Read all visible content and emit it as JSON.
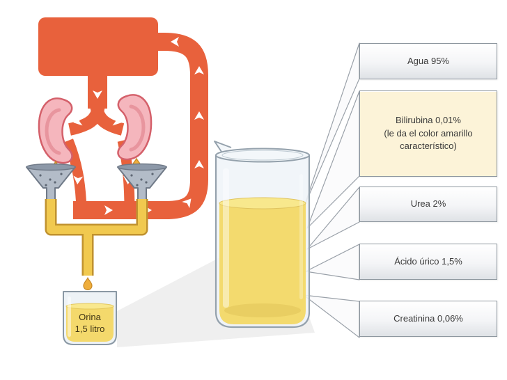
{
  "figure": {
    "type": "urine-composition-diagram",
    "urine_beaker_label": {
      "line1": "Orina",
      "line2": "1,5 litro"
    },
    "callouts": [
      {
        "title": "Agua 95%",
        "note": "",
        "highlighted": false
      },
      {
        "title": "Bilirubina 0,01%",
        "note": "(le da el color amarillo característico)",
        "highlighted": true
      },
      {
        "title": "Urea 2%",
        "note": "",
        "highlighted": false
      },
      {
        "title": "Ácido úrico 1,5%",
        "note": "",
        "highlighted": false
      },
      {
        "title": "Creatinina 0,06%",
        "note": "",
        "highlighted": false
      }
    ],
    "palette": {
      "vessel_orange": "#E8613C",
      "kidney_pink": "#F5B6BD",
      "urine_yellow": "#F3DA6E",
      "tube_yellow": "#F1C94F",
      "funnel_gray": "#B3BCC8",
      "highlight_cream": "#FCF3D8",
      "glass_blue": "#EFF4F8",
      "box_border": "#8E979F"
    }
  }
}
